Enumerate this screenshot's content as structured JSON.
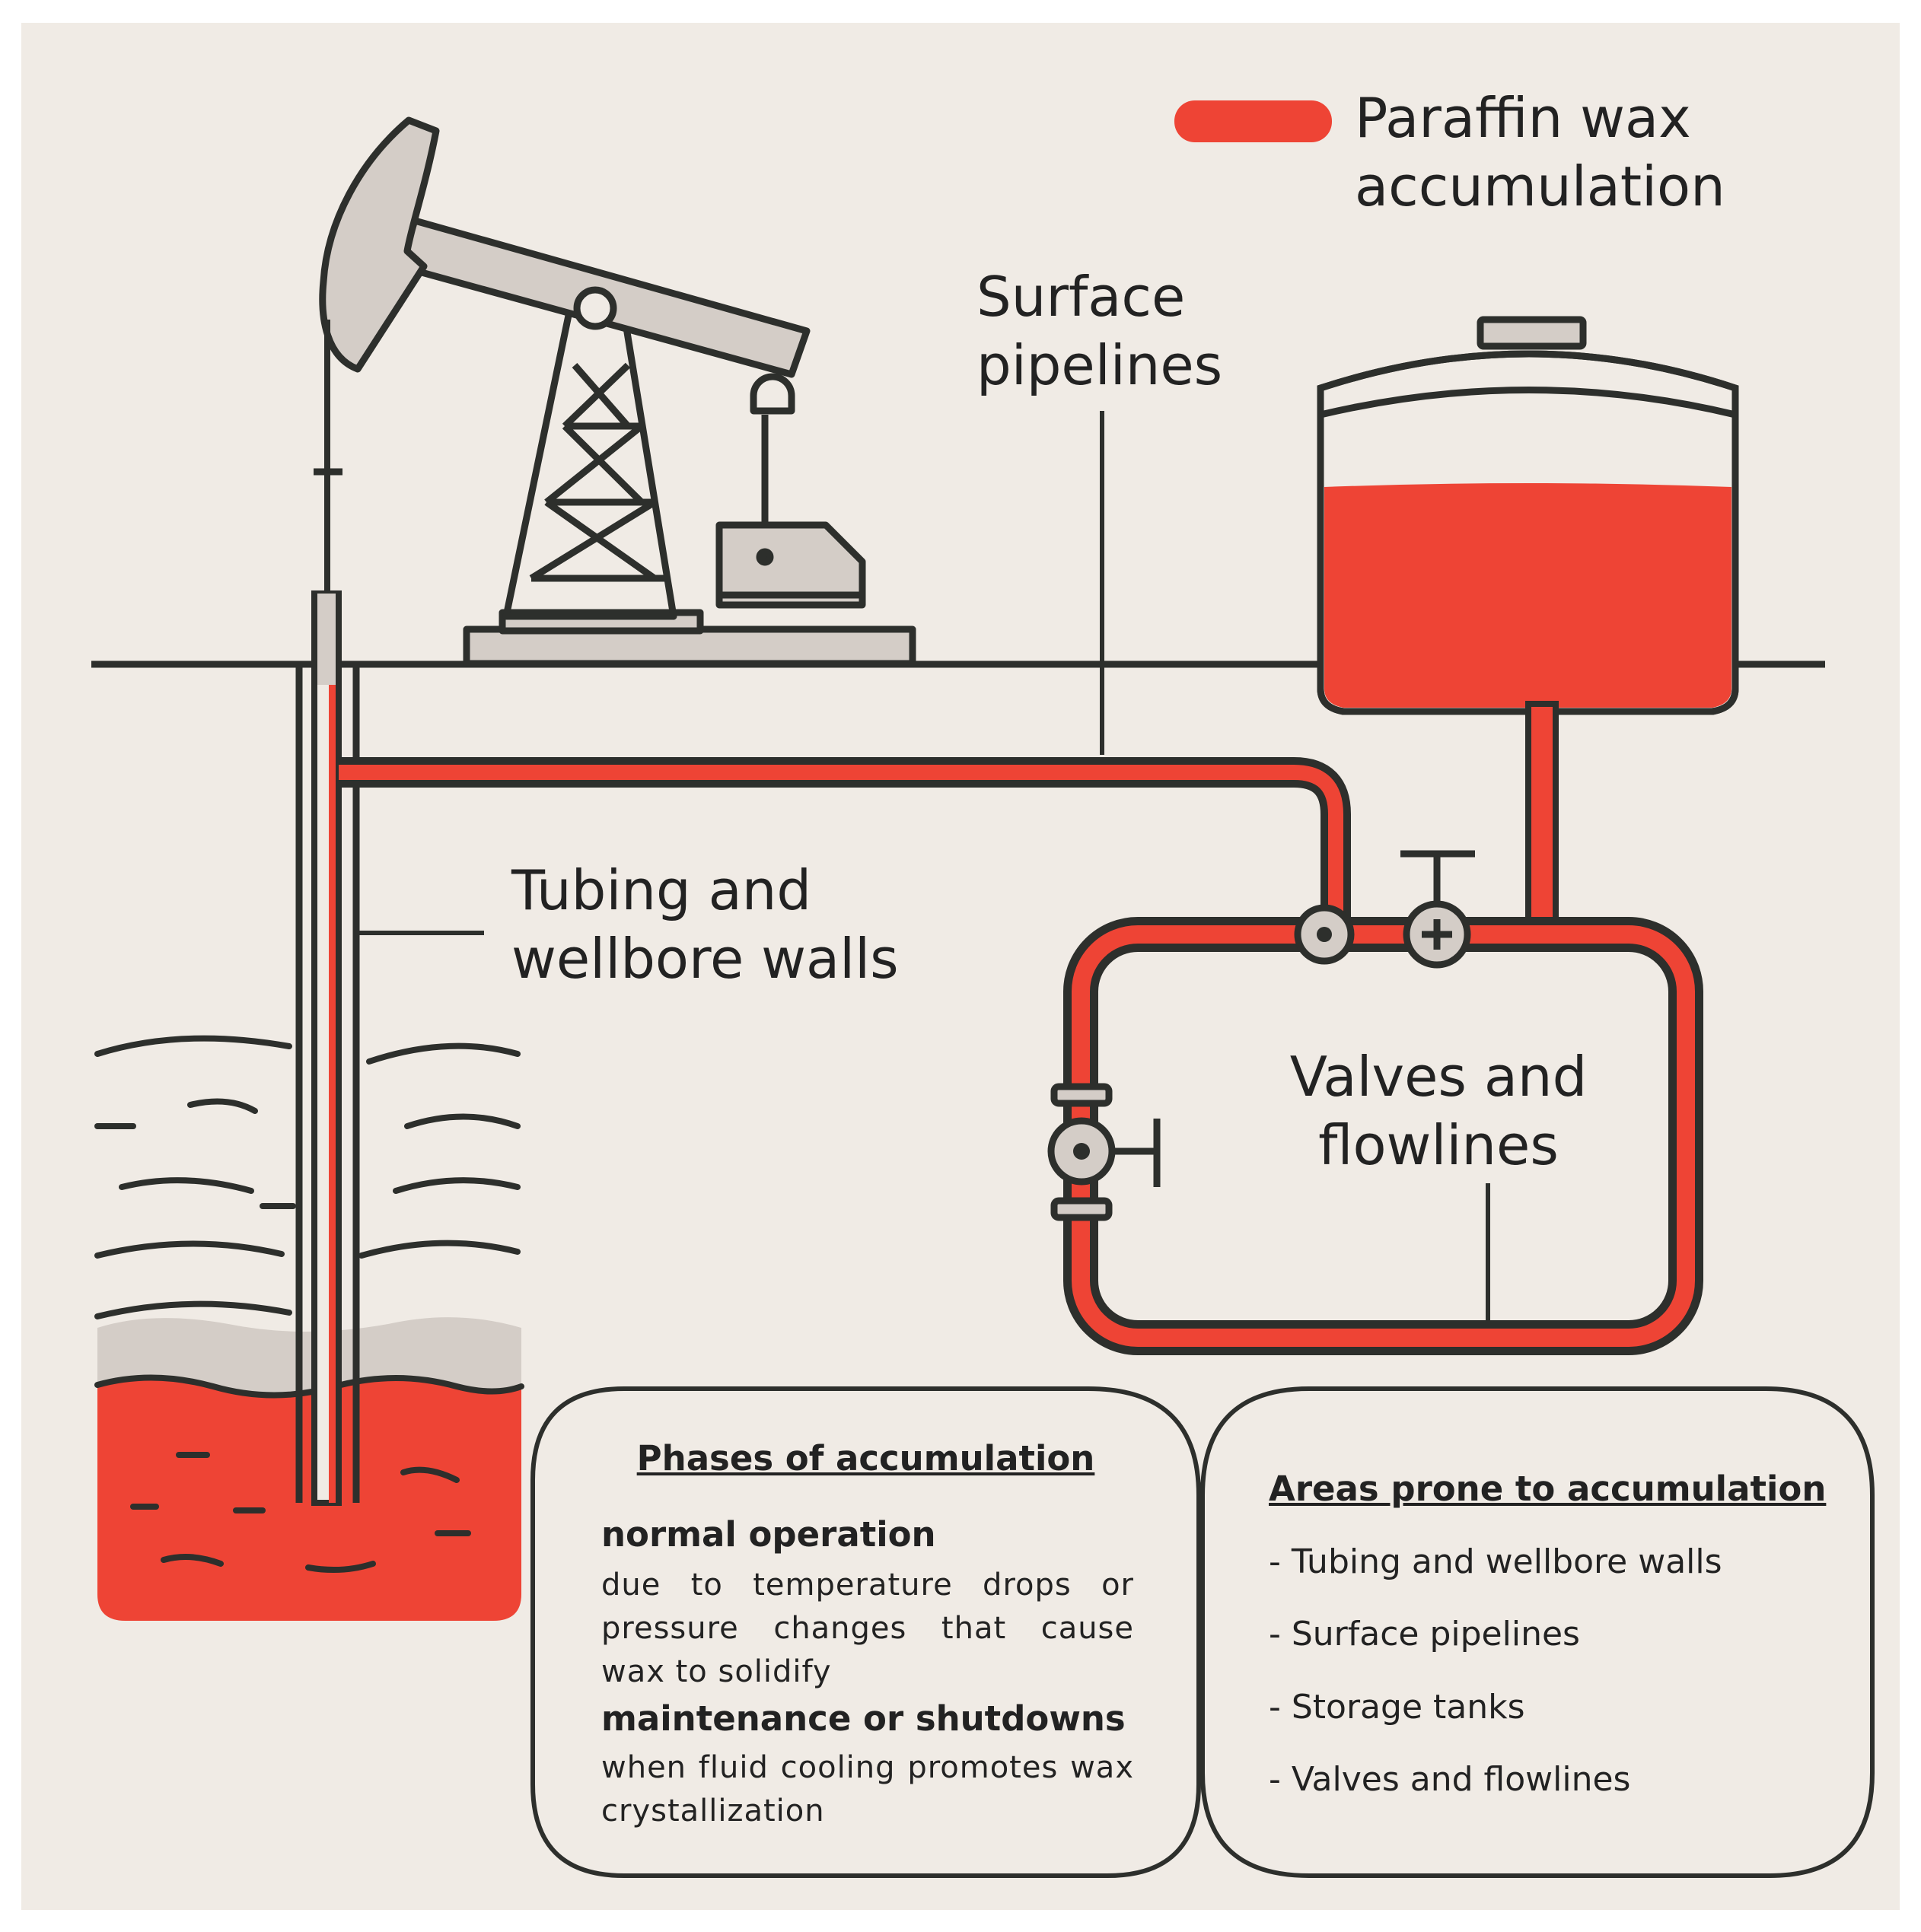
{
  "legend": {
    "wax_label": "Paraffin wax accumulation",
    "wax_color": "#ee4435"
  },
  "labels": {
    "surface_pipelines": "Surface pipelines",
    "tubing_walls": "Tubing and wellbore walls",
    "valves_flowlines": "Valves and flowlines"
  },
  "phases_box": {
    "title": "Phases of accumulation",
    "phases": [
      {
        "heading": "normal operation",
        "description": "due to temperature drops or pressure changes that cause wax to solidify"
      },
      {
        "heading": "maintenance or shutdowns",
        "description": "when fluid cooling promotes wax crystallization"
      }
    ]
  },
  "areas_box": {
    "title": "Areas prone to accumulation",
    "items": [
      "- Tubing and wellbore walls",
      "- Surface pipelines",
      "- Storage tanks",
      "- Valves and flowlines"
    ]
  },
  "colors": {
    "background": "#f0ebe5",
    "wax_red": "#ee4435",
    "outline": "#2d2f2c",
    "equipment_gray": "#d4cdc7"
  }
}
